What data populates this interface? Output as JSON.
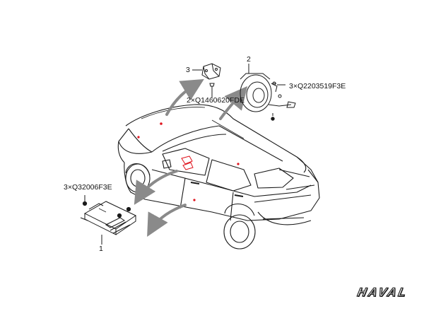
{
  "labels": {
    "part1": "1",
    "part2": "2",
    "part3": "3",
    "screw_part2": "3×Q2203519F3E",
    "screw_part3": "2×Q1460620FDE",
    "screw_part1": "3×Q32006F3E"
  },
  "logo": "HAVAL",
  "colors": {
    "line": "#1a1a1a",
    "arrow": "#8a8a8a",
    "marker": "#e0141e"
  }
}
